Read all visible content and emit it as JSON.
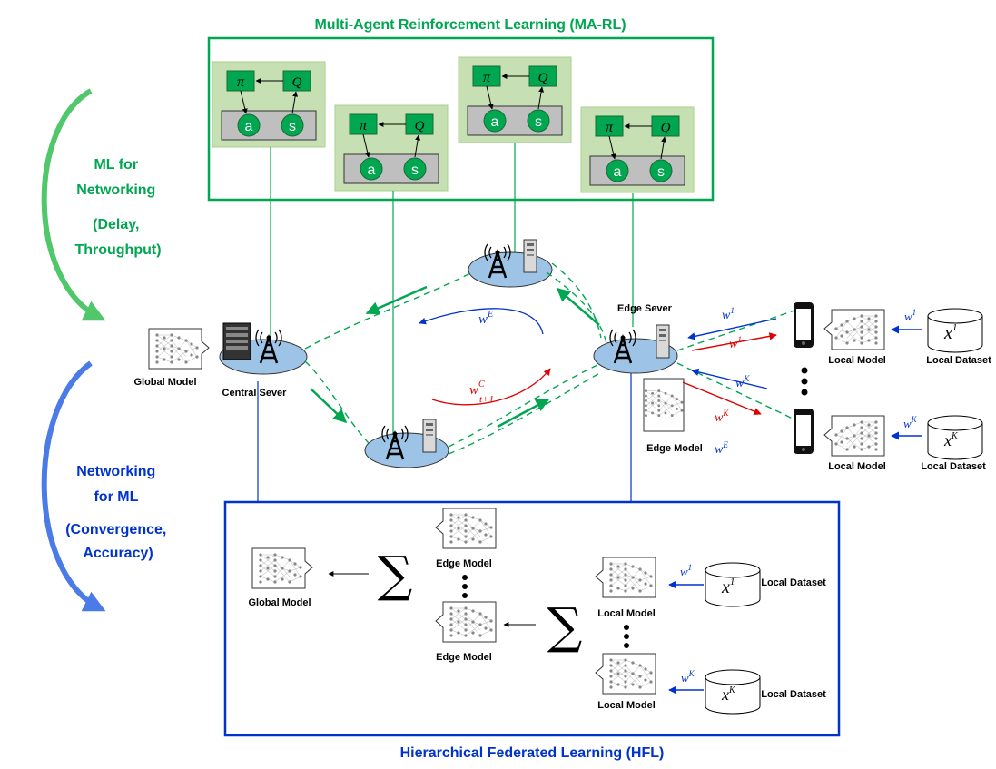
{
  "colors": {
    "marl_green": "#00a650",
    "agent_bg": "#c6e0b4",
    "agent_box": "#00a650",
    "node_fill": "#9dc3e6",
    "hfl_blue": "#0033cc",
    "red_arrow": "#dd0000",
    "green_arrow": "#00a650"
  },
  "titles": {
    "marl": "Multi-Agent Reinforcement Learning (MA-RL)",
    "hfl": "Hierarchical Federated Learning (HFL)"
  },
  "side": {
    "ml_for_networking": [
      "ML for",
      "Networking"
    ],
    "ml_for_networking_sub": [
      "(Delay,",
      "Throughput)"
    ],
    "networking_for_ml": [
      "Networking",
      "for ML"
    ],
    "networking_for_ml_sub": [
      "(Convergence,",
      "Accuracy)"
    ]
  },
  "agent": {
    "policy": "π",
    "value": "Q",
    "action": "a",
    "state": "s"
  },
  "network": {
    "global_model": "Global Model",
    "central_server": "Central Sever",
    "edge_server": "Edge Sever",
    "edge_model": "Edge  Model",
    "local_model": "Local Model",
    "local_model_2": "Local  Model",
    "local_dataset": "Local Dataset",
    "w_base": "w",
    "sup_E": "E",
    "sup_C": "C",
    "sub_t1": "t+1",
    "sup_1": "1",
    "sup_K": "K",
    "x_base": "x"
  },
  "hfl": {
    "global_model": "Global Model",
    "edge_model": "Edge Model",
    "edge_model_2": "Edge  Model",
    "local_model": "Local Model",
    "local_model_2": "Local  Model",
    "local_dataset": "Local Dataset",
    "sum": "∑"
  }
}
